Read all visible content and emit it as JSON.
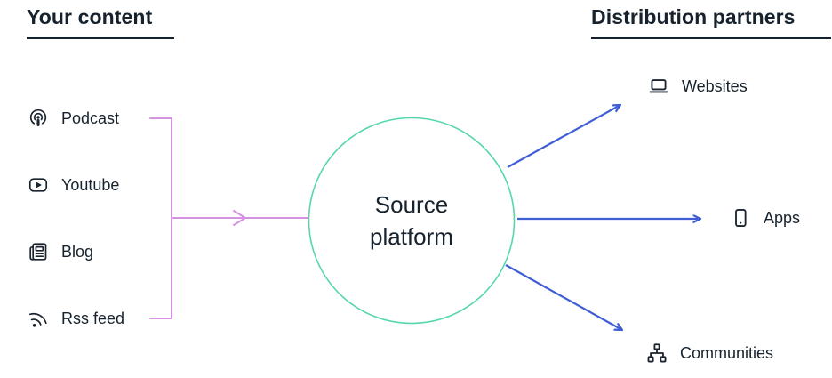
{
  "left_section": {
    "title": "Your content",
    "items": [
      {
        "label": "Podcast",
        "icon": "podcast-icon"
      },
      {
        "label": "Youtube",
        "icon": "youtube-icon"
      },
      {
        "label": "Blog",
        "icon": "newspaper-icon"
      },
      {
        "label": "Rss feed",
        "icon": "rss-icon"
      }
    ]
  },
  "right_section": {
    "title": "Distribution partners",
    "items": [
      {
        "label": "Websites",
        "icon": "laptop-icon"
      },
      {
        "label": "Apps",
        "icon": "smartphone-icon"
      },
      {
        "label": "Communities",
        "icon": "sitemap-icon"
      }
    ]
  },
  "center": {
    "label": "Source platform"
  },
  "colors": {
    "pink_connector": "#d692e2",
    "blue_arrow": "#3f5ed6",
    "circle_border": "#55d7ab",
    "text": "#16222e"
  }
}
